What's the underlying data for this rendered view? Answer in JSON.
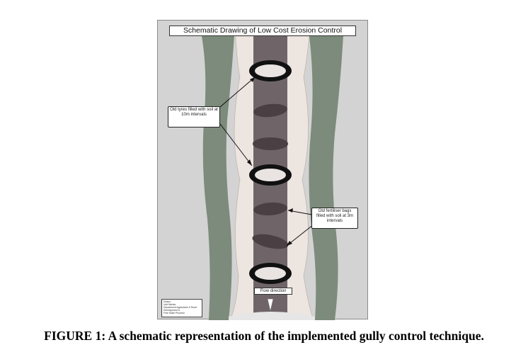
{
  "diagram": {
    "title": "Schematic Drawing of Low Cost Erosion Control",
    "callout_tyres": "Old tyres filled with soil at 10m intervals",
    "callout_bags": "Old fertiliser bags filled with soil at 3m intervals",
    "flow_label": "Flow direction",
    "legend_lines": [
      "Drawn",
      "Unit Mentor",
      "Department Agriculture & Rural",
      "Development &",
      "Free State Province"
    ]
  },
  "caption": "FIGURE 1: A schematic representation of the implemented gully control technique.",
  "colors": {
    "background": "#d3d3d3",
    "vegetation": "#7c8b7b",
    "gully_bank": "#ede5e0",
    "channel": "#6f6569",
    "tyre": "#111111",
    "bag": "#4a4044"
  }
}
